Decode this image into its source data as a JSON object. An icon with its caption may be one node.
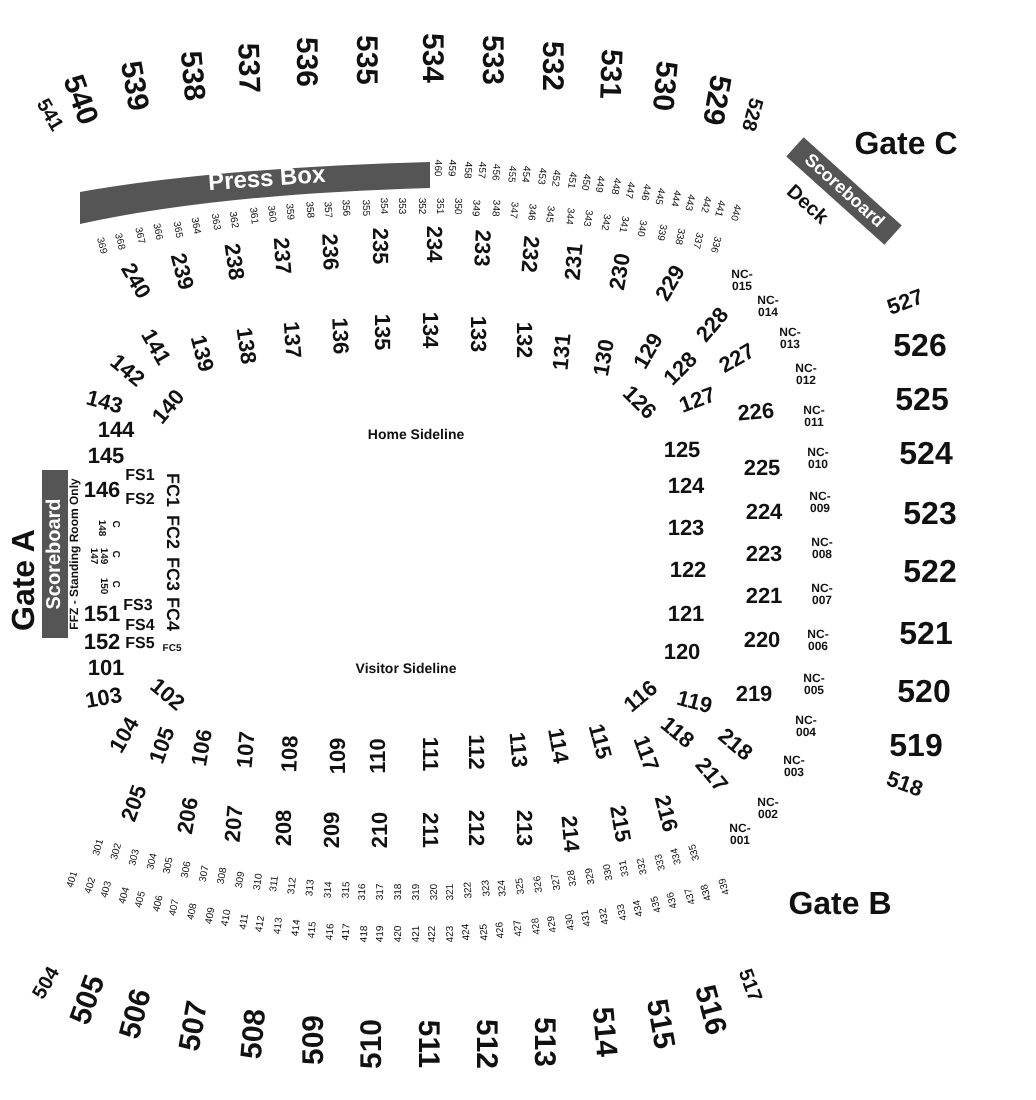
{
  "diagram": {
    "nodes": [
      {
        "text": [
          "Press Box"
        ]
      },
      {
        "text": [
          "Scoreboard"
        ]
      },
      {
        "text": [
          "Scoreboard"
        ]
      }
    ],
    "labels": [
      "541",
      "540",
      "539",
      "538",
      "537",
      "536",
      "535",
      "534",
      "533",
      "532",
      "531",
      "530",
      "529",
      "528",
      "Gate C",
      "Deck",
      "460",
      "459",
      "458",
      "457",
      "456",
      "455",
      "454",
      "453",
      "452",
      "451",
      "450",
      "449",
      "448",
      "447",
      "446",
      "445",
      "444",
      "443",
      "442",
      "441",
      "440",
      "369",
      "368",
      "367",
      "366",
      "365",
      "364",
      "363",
      "362",
      "361",
      "360",
      "359",
      "358",
      "357",
      "356",
      "355",
      "354",
      "353",
      "352",
      "351",
      "350",
      "349",
      "348",
      "347",
      "346",
      "345",
      "344",
      "343",
      "342",
      "341",
      "340",
      "339",
      "338",
      "337",
      "336",
      "240",
      "239",
      "238",
      "237",
      "236",
      "235",
      "234",
      "233",
      "232",
      "231",
      "230",
      "229",
      "NC-015",
      "NC-014",
      "NC-013",
      "NC-012",
      "NC-011",
      "NC-010",
      "NC-009",
      "NC-008",
      "NC-007",
      "NC-006",
      "NC-005",
      "NC-004",
      "NC-003",
      "NC-002",
      "NC-001",
      "527",
      "526",
      "525",
      "524",
      "523",
      "522",
      "521",
      "520",
      "519",
      "518",
      "142",
      "141",
      "139",
      "138",
      "137",
      "136",
      "135",
      "134",
      "133",
      "132",
      "131",
      "130",
      "129",
      "128",
      "126",
      "127",
      "228",
      "227",
      "226",
      "143",
      "140",
      "144",
      "145",
      "Home Sideline",
      "125",
      "124",
      "123",
      "122",
      "121",
      "120",
      "225",
      "224",
      "223",
      "221",
      "220",
      "219",
      "Gate A",
      "FFZ - Standing Room Only",
      "146",
      "FS1",
      "FS2",
      "FC1",
      "148",
      "147",
      "149",
      "150",
      "C",
      "C",
      "C",
      "FC2",
      "FC3",
      "FC4",
      "FS3",
      "FS4",
      "151",
      "152",
      "FS5",
      "FC5",
      "101",
      "103",
      "102",
      "Visitor Sideline",
      "116",
      "119",
      "118",
      "117",
      "218",
      "217",
      "104",
      "105",
      "106",
      "107",
      "108",
      "109",
      "110",
      "111",
      "112",
      "113",
      "114",
      "115",
      "205",
      "206",
      "207",
      "208",
      "209",
      "210",
      "211",
      "212",
      "213",
      "214",
      "215",
      "216",
      "301",
      "302",
      "303",
      "304",
      "305",
      "306",
      "307",
      "308",
      "309",
      "310",
      "311",
      "312",
      "313",
      "314",
      "315",
      "316",
      "317",
      "318",
      "319",
      "320",
      "321",
      "322",
      "323",
      "324",
      "325",
      "326",
      "327",
      "328",
      "329",
      "330",
      "331",
      "332",
      "333",
      "334",
      "335",
      "401",
      "402",
      "403",
      "404",
      "405",
      "406",
      "407",
      "408",
      "409",
      "410",
      "411",
      "412",
      "413",
      "414",
      "415",
      "416",
      "417",
      "418",
      "419",
      "420",
      "421",
      "422",
      "423",
      "424",
      "425",
      "426",
      "427",
      "428",
      "429",
      "430",
      "431",
      "432",
      "433",
      "434",
      "435",
      "436",
      "437",
      "438",
      "439",
      "504",
      "505",
      "506",
      "507",
      "508",
      "509",
      "510",
      "511",
      "512",
      "513",
      "514",
      "515",
      "516",
      "517",
      "Gate B"
    ]
  }
}
